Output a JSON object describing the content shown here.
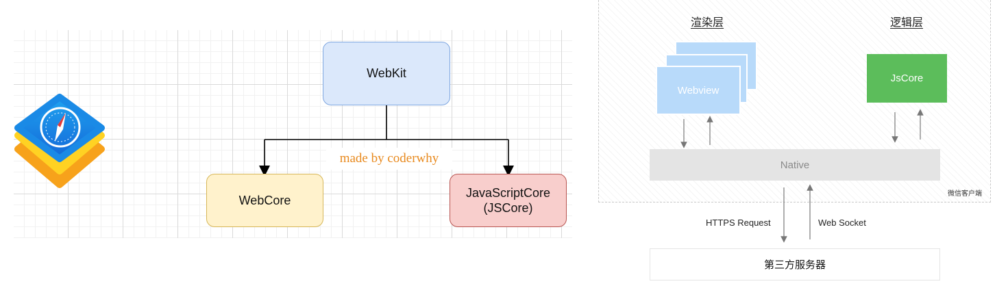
{
  "left_diagram": {
    "nodes": {
      "webkit": "WebKit",
      "webcore": "WebCore",
      "jscore_line1": "JavaScriptCore",
      "jscore_line2": "(JSCore)"
    },
    "watermark": "made by coderwhy",
    "colors": {
      "webkit_fill": "#dbe8fb",
      "webcore_fill": "#fff2cc",
      "jscore_fill": "#f8cecc",
      "watermark": "#e8891d"
    },
    "logo_icon": "safari-webkit-logo-icon"
  },
  "right_diagram": {
    "render_layer_title": "渲染层",
    "logic_layer_title": "逻辑层",
    "webview_label": "Webview",
    "jscore_label": "JsCore",
    "native_label": "Native",
    "client_label": "微信客户端",
    "https_label": "HTTPS Request",
    "websocket_label": "Web Socket",
    "server_label": "第三方服务器",
    "colors": {
      "webview": "#b8dafa",
      "jscore": "#5cbd5b",
      "native": "#e4e4e4"
    }
  }
}
